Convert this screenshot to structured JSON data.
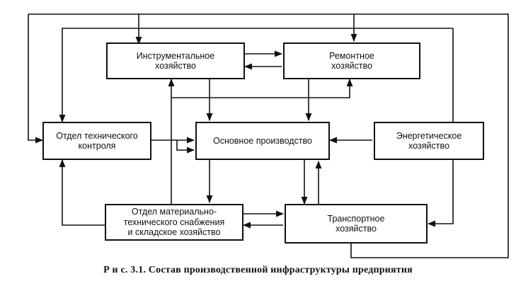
{
  "nodes": {
    "tool": {
      "line1": "Инструментальное",
      "line2": "хозяйство"
    },
    "repair": {
      "line1": "Ремонтное",
      "line2": "хозяйство"
    },
    "quality": {
      "line1": "Отдел технического",
      "line2": "контроля"
    },
    "main": {
      "line1": "Основное производство"
    },
    "energy": {
      "line1": "Энергетическое",
      "line2": "хозяйство"
    },
    "supply": {
      "line1": "Отдел материально-",
      "line2": "технического снабжения",
      "line3": "и складское хозяйство"
    },
    "transport": {
      "line1": "Транспортное",
      "line2": "хозяйство"
    }
  },
  "caption": "Р и с. 3.1. Состав производственной инфраструктуры предприятия"
}
